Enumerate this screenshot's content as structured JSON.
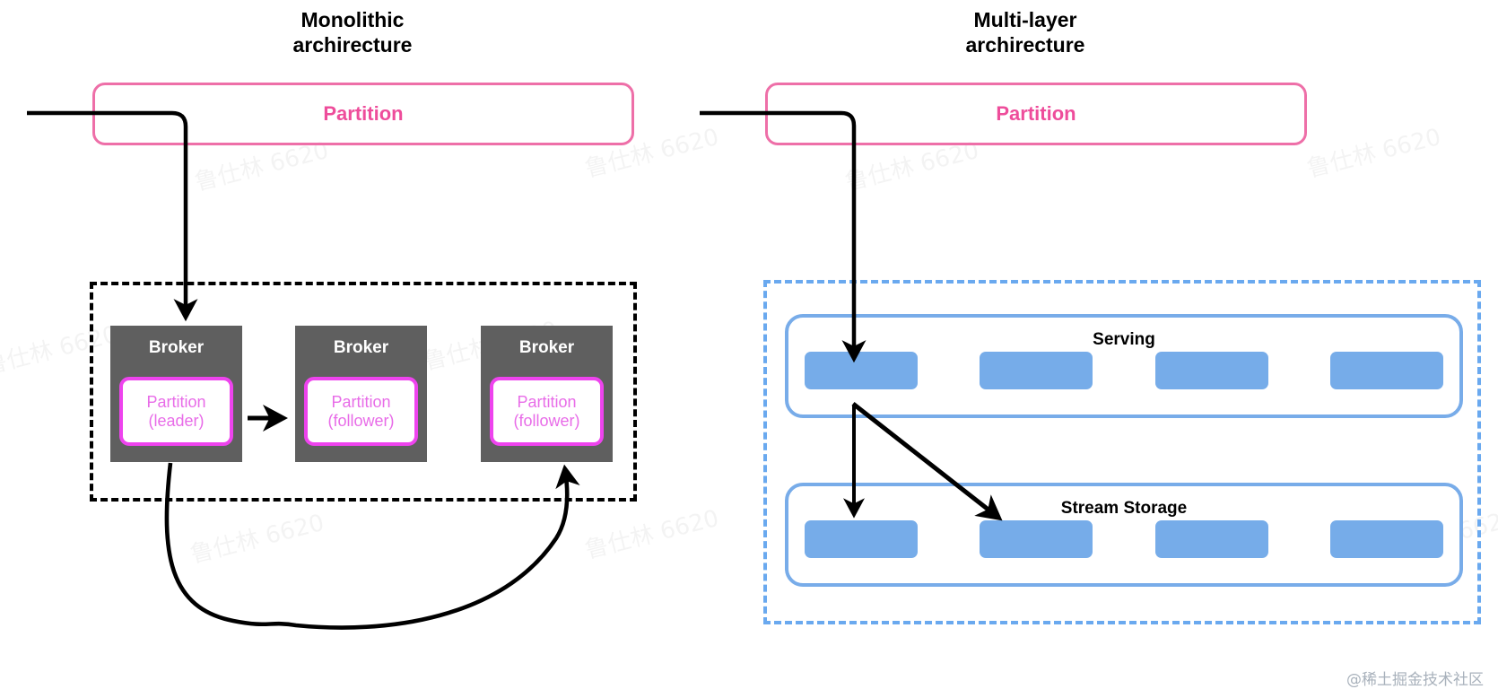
{
  "titles": {
    "left": "Monolithic\narchirecture",
    "right": "Multi-layer\narchirecture"
  },
  "colors": {
    "partition_pink": "#ee6fa8",
    "partition_label_pink": "#ee4d9b",
    "broker_gray": "#5f5f5f",
    "inner_magenta": "#ee43ee",
    "inner_text_magenta": "#e86ce8",
    "layer_blue": "#78ace9",
    "block_blue": "#76ace9",
    "dashed_black": "#000000",
    "dashed_blue": "#6aa9ef",
    "arrow_black": "#000000"
  },
  "left_panel": {
    "partition_label": "Partition",
    "brokers": [
      {
        "name": "Broker",
        "partition_line1": "Partition",
        "partition_line2": "(leader)"
      },
      {
        "name": "Broker",
        "partition_line1": "Partition",
        "partition_line2": "(follower)"
      },
      {
        "name": "Broker",
        "partition_line1": "Partition",
        "partition_line2": "(follower)"
      }
    ]
  },
  "right_panel": {
    "partition_label": "Partition",
    "layers": [
      {
        "name": "Serving",
        "block_count": 4
      },
      {
        "name": "Stream Storage",
        "block_count": 4
      }
    ]
  },
  "watermarks": {
    "tiled_text": "鲁仕林 6620",
    "credit": "@稀土掘金技术社区"
  }
}
